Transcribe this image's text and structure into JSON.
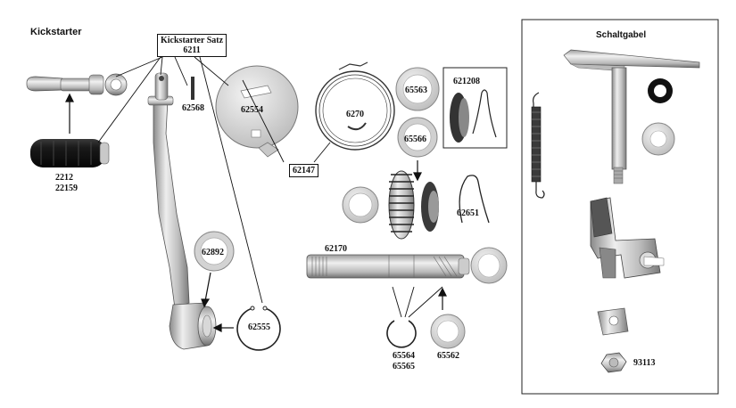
{
  "title": "Kickstarter",
  "set_label": "Kickstarter Satz",
  "set_number": "6211",
  "shift_section_title": "Schaltgabel",
  "parts": {
    "p2212": "2212",
    "p22159": "22159",
    "p62568": "62568",
    "p62554": "62554",
    "p62270": "6270",
    "p62147": "62147",
    "p65563": "65563",
    "p65566": "65566",
    "p621208": "621208",
    "p62651": "62651",
    "p62170": "62170",
    "p62892": "62892",
    "p62555": "62555",
    "p65564": "65564",
    "p65565": "65565",
    "p65562": "65562",
    "p93113": "93113"
  },
  "colors": {
    "ink": "#111111",
    "metal_light": "#e6e6e6",
    "metal_mid": "#b9b9b9",
    "metal_dark": "#7a7a7a",
    "rubber": "#1c1c1c",
    "gear": "#3a3a3a"
  }
}
